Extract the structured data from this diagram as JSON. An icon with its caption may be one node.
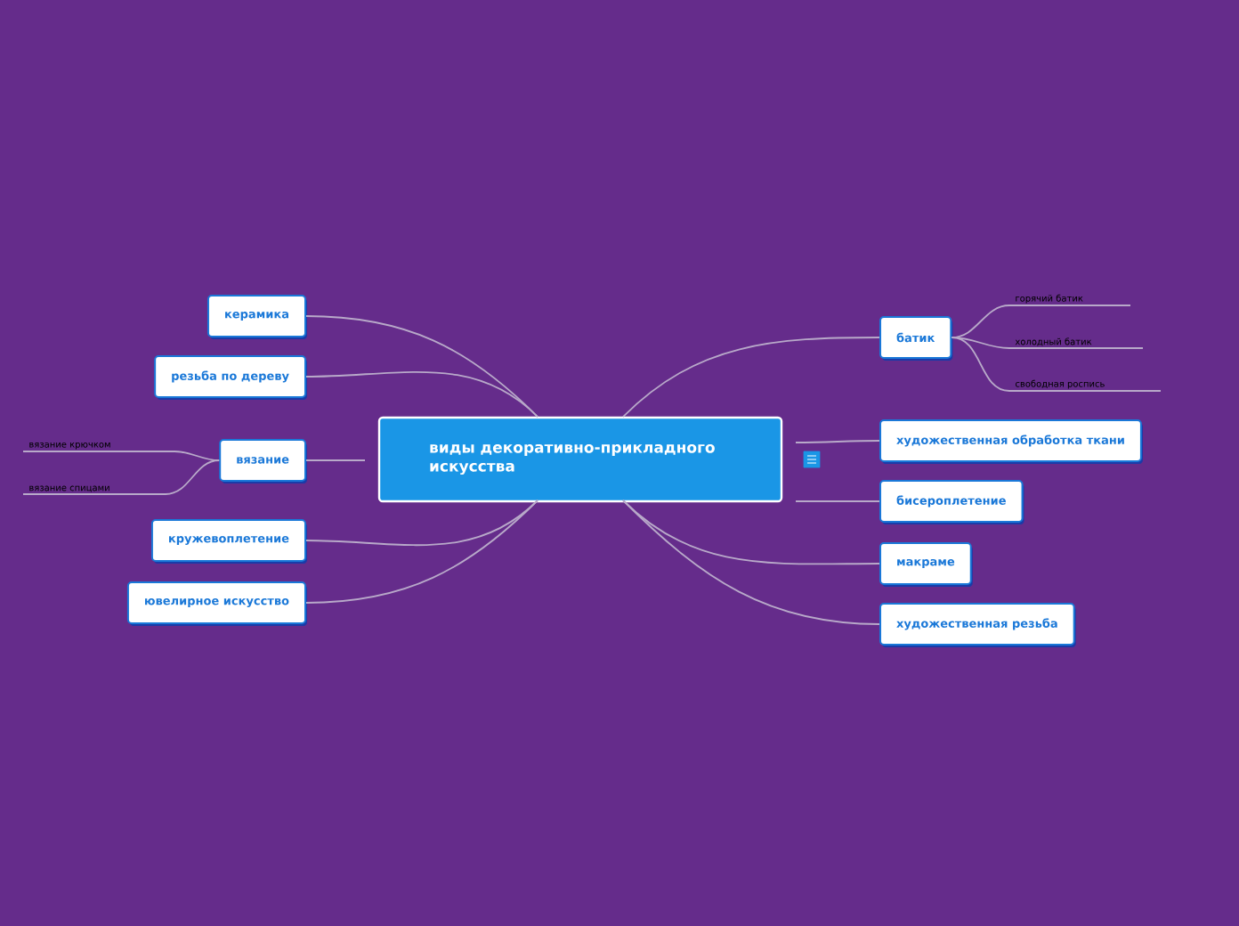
{
  "diagram": {
    "nodes": [
      {
        "text": [
          "виды декоративно-прикладного искусства"
        ]
      },
      {
        "text": [
          "керамика"
        ]
      },
      {
        "text": [
          "резьба по дереву"
        ]
      },
      {
        "text": [
          "вязание"
        ]
      },
      {
        "text": [
          "вязание крючком"
        ]
      },
      {
        "text": [
          "вязание спицами"
        ]
      },
      {
        "text": [
          "кружевоплетение"
        ]
      },
      {
        "text": [
          "ювелирное искусство"
        ]
      },
      {
        "text": [
          "батик"
        ]
      },
      {
        "text": [
          "горячий батик"
        ]
      },
      {
        "text": [
          "холодный батик"
        ]
      },
      {
        "text": [
          "свободная роспись"
        ]
      },
      {
        "text": [
          "художественная обработка ткани"
        ]
      },
      {
        "text": [
          "бисероплетение"
        ]
      },
      {
        "text": [
          "макраме"
        ]
      },
      {
        "text": [
          "художественная резьба"
        ]
      }
    ],
    "edges": [
      {
        "from": 0,
        "to": 1,
        "arrow": "none"
      },
      {
        "from": 0,
        "to": 2,
        "arrow": "none"
      },
      {
        "from": 0,
        "to": 3,
        "arrow": "none"
      },
      {
        "from": 3,
        "to": 4,
        "arrow": "none"
      },
      {
        "from": 3,
        "to": 5,
        "arrow": "none"
      },
      {
        "from": 0,
        "to": 6,
        "arrow": "none"
      },
      {
        "from": 0,
        "to": 7,
        "arrow": "none"
      },
      {
        "from": 0,
        "to": 8,
        "arrow": "none"
      },
      {
        "from": 8,
        "to": 9,
        "arrow": "none"
      },
      {
        "from": 8,
        "to": 10,
        "arrow": "none"
      },
      {
        "from": 8,
        "to": 11,
        "arrow": "none"
      },
      {
        "from": 0,
        "to": 12,
        "arrow": "none"
      },
      {
        "from": 0,
        "to": 13,
        "arrow": "none"
      },
      {
        "from": 0,
        "to": 14,
        "arrow": "none"
      },
      {
        "from": 0,
        "to": 15,
        "arrow": "none"
      }
    ]
  }
}
